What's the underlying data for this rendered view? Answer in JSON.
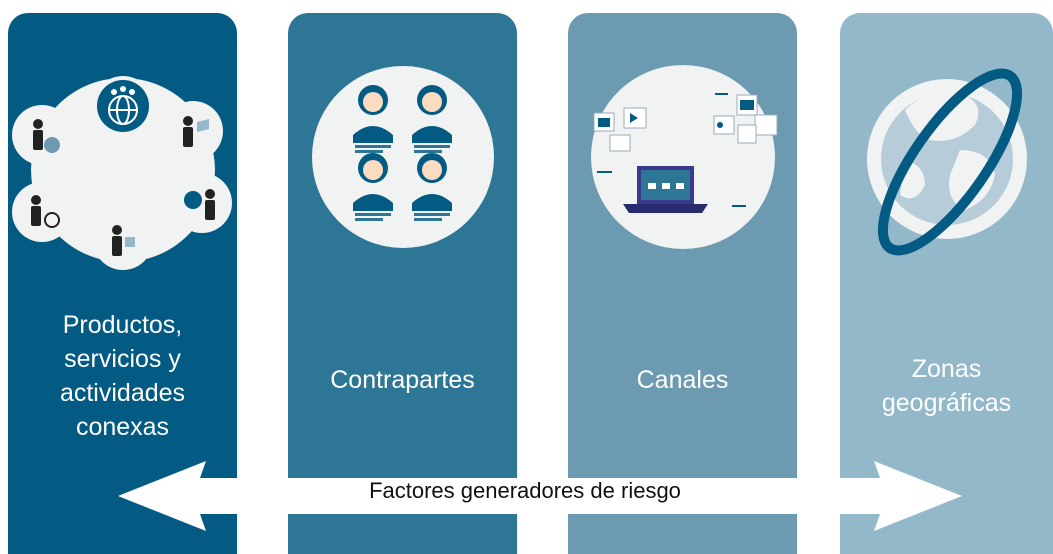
{
  "columns": [
    {
      "label": "Productos,\nservicios y\nactividades\nconexas",
      "color": "#035a82"
    },
    {
      "label": "Contrapartes",
      "color": "#2e7696"
    },
    {
      "label": "Canales",
      "color": "#6b9ab1"
    },
    {
      "label": "Zonas\ngeográficas",
      "color": "#93b8ca"
    }
  ],
  "arrow_label": "Factores generadores de riesgo"
}
